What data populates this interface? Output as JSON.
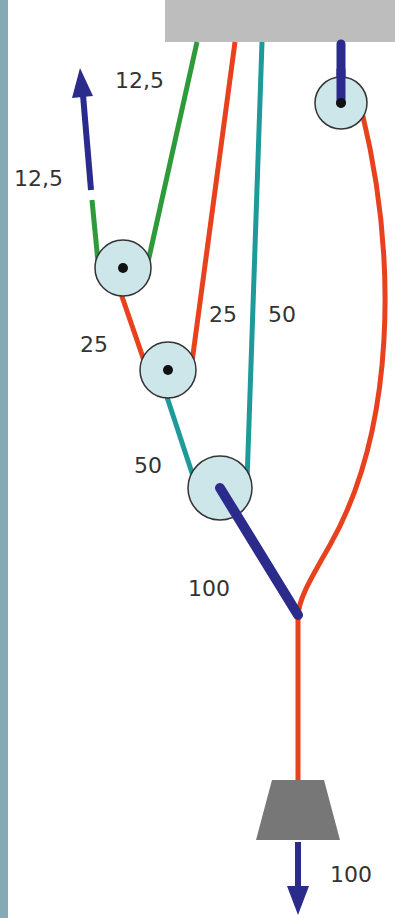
{
  "diagram": {
    "labels": [
      "12,5",
      "12,5",
      "25",
      "50",
      "25",
      "50",
      "100",
      "100"
    ]
  }
}
